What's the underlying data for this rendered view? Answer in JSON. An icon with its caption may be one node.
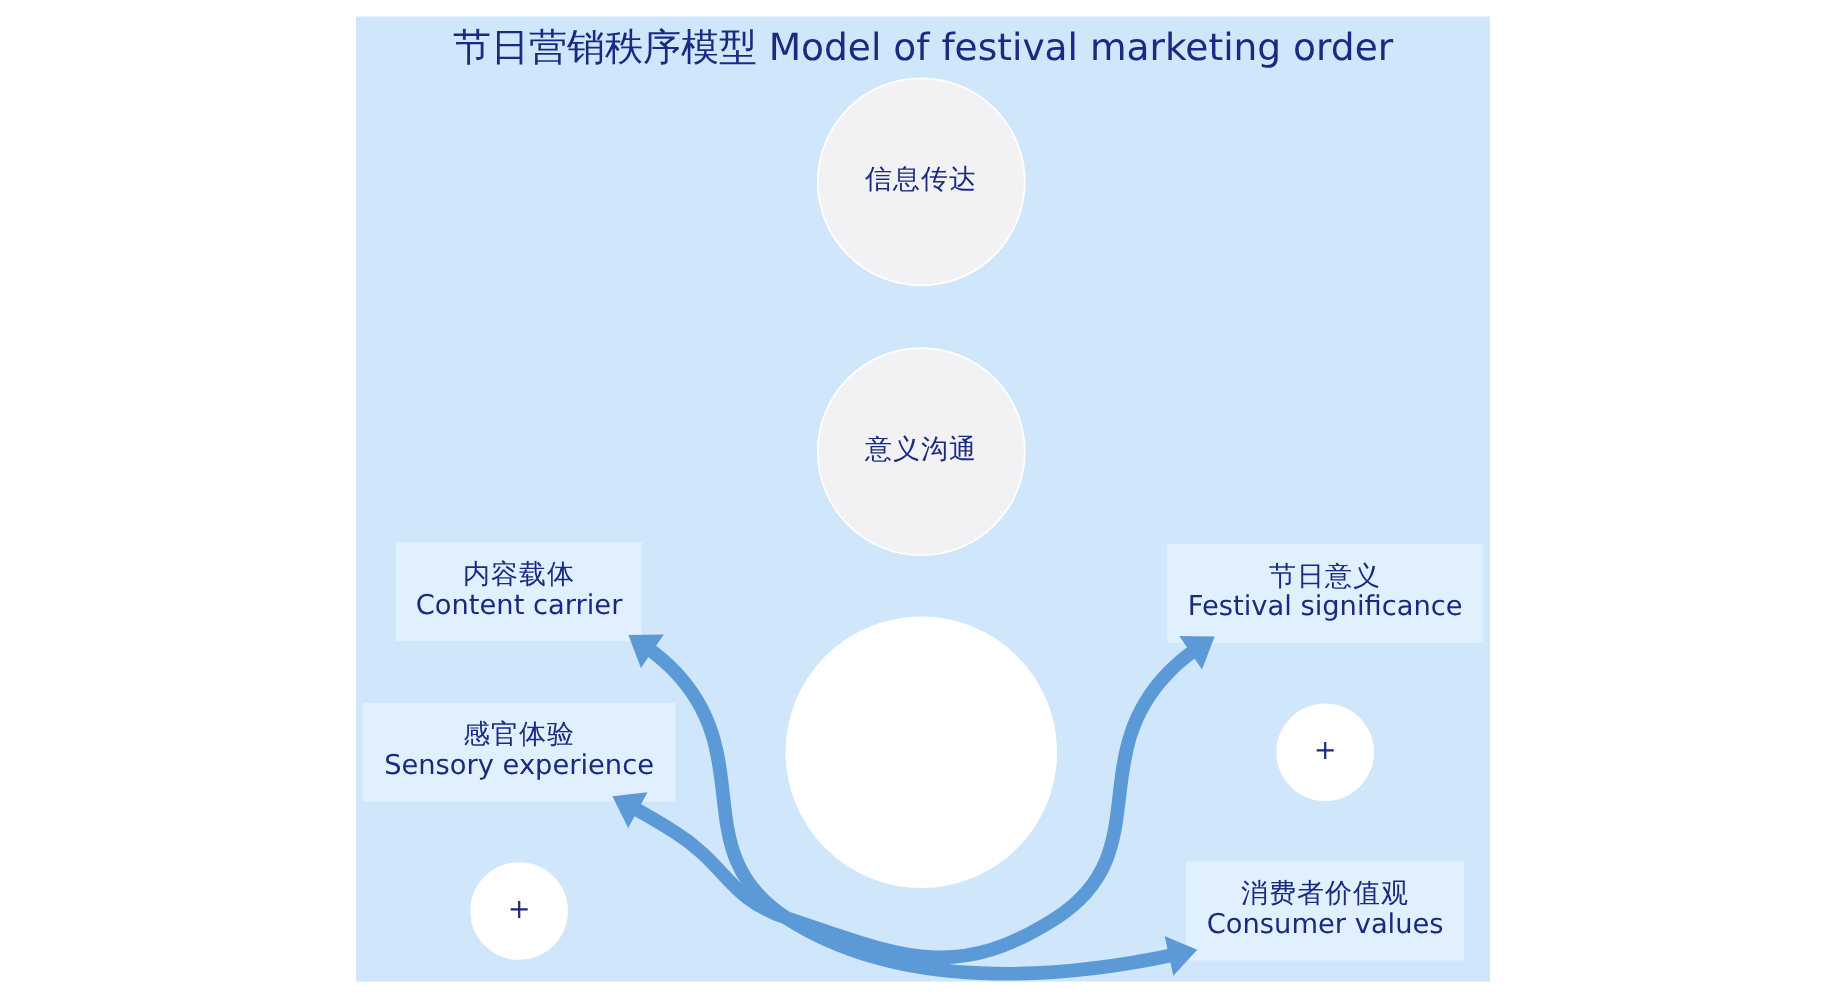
{
  "diagram": {
    "title": "节日营销秩序模型 Model of festival marketing order",
    "nodes": [
      {
        "text": [
          "内容载体",
          "Content carrier"
        ]
      },
      {
        "text": [
          "节日意义",
          "Festival significance"
        ]
      },
      {
        "text": [
          "+"
        ]
      },
      {
        "text": [],
        "shape": "circle"
      },
      {
        "text": [
          "意义沟通"
        ]
      },
      {
        "text": [
          "信息传达"
        ]
      },
      {
        "text": [
          "+"
        ]
      },
      {
        "text": [
          "感官体验",
          "Sensory experience"
        ]
      },
      {
        "text": [
          "消费者价值观",
          "Consumer values"
        ]
      }
    ],
    "edges": [
      {
        "from": 0,
        "to": 8,
        "arrow": "both"
      },
      {
        "from": 7,
        "to": 1,
        "arrow": "both"
      }
    ]
  }
}
